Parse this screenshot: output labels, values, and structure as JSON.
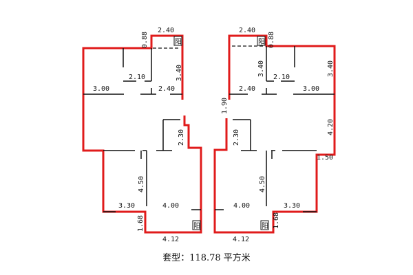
{
  "labels": {
    "left": {
      "top_088": "0.88",
      "top_240": "2.40",
      "bal_top": "阳",
      "v_340": "3.40",
      "h_210": "2.10",
      "h_300": "3.00",
      "h_240": "2.40",
      "v_230": "2.30",
      "v_450": "4.50",
      "h_330": "3.30",
      "h_400": "4.00",
      "v_168": "1.68",
      "bal_bot": "阳",
      "h_412": "4.12"
    },
    "right": {
      "top_240": "2.40",
      "top_088": "0.88",
      "bal_top": "阳",
      "v_340a": "3.40",
      "h_210": "2.10",
      "v_340b": "3.40",
      "v_190": "1.90",
      "h_240": "2.40",
      "h_300": "3.00",
      "v_420": "4.20",
      "v_230": "2.30",
      "v_150": "1.50",
      "v_450": "4.50",
      "h_400": "4.00",
      "h_330": "3.30",
      "bal_bot": "阳",
      "v_168": "1.68",
      "h_412": "4.12"
    }
  },
  "caption": "套型：118.78 平方米",
  "colors": {
    "outline": "#e01b1b",
    "walls": "#111111"
  }
}
